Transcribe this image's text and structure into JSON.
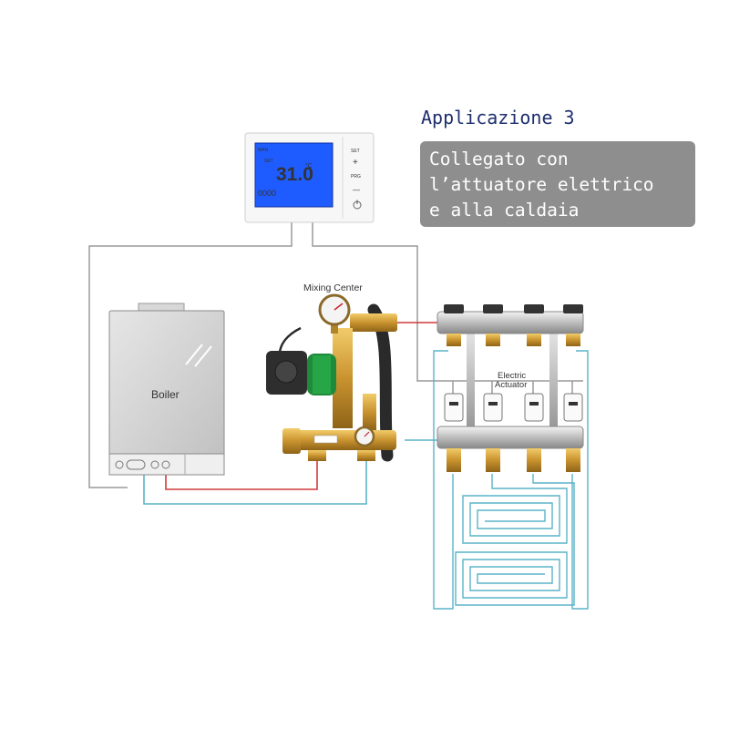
{
  "header": {
    "title": "Applicazione 3",
    "description_lines": [
      "Collegato con",
      "l’attuatore elettrico",
      "e alla caldaia"
    ]
  },
  "thermostat": {
    "display_mode": "MAN",
    "display_set": "SET",
    "display_temperature": "31.0",
    "display_unit": "°C",
    "display_clock": "0000",
    "set_button": "SET",
    "plus_button": "+",
    "prog_button": "PRG",
    "minus_button": "—",
    "power_icon": "power-icon"
  },
  "labels": {
    "mixing_center": "Mixing Center",
    "boiler": "Boiler",
    "electric_actuator_line1": "Electric",
    "electric_actuator_line2": "Actuator"
  },
  "colors": {
    "supply_pipe": "#d23a3a",
    "return_pipe": "#5ab4c8",
    "wire": "#9a9a9a",
    "lcd": "#1f5cff",
    "callout": "#8e8e8e",
    "title": "#1f2f6e"
  }
}
